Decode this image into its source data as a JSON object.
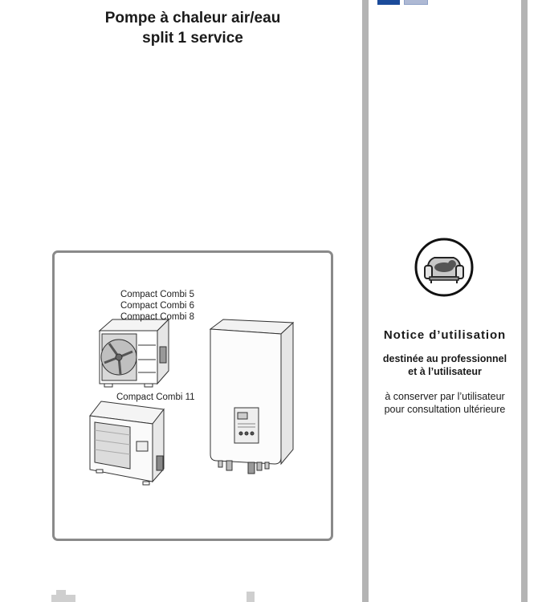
{
  "document": {
    "title_line1": "Pompe à chaleur air/eau",
    "title_line2": "split 1 service"
  },
  "figure": {
    "label_models_small_1": "Compact Combi 5",
    "label_models_small_2": "Compact Combi 6",
    "label_models_small_3": "Compact Combi 8",
    "label_model_large": "Compact Combi 11"
  },
  "sidebar": {
    "heading": "Notice d’utilisation",
    "audience_line1": "destinée au professionnel",
    "audience_line2": "et à l’utilisateur",
    "keep_line1": "à conserver par l’utilisateur",
    "keep_line2": "pour consultation ultérieure",
    "icon": "armchair-cat-icon"
  },
  "colors": {
    "bar_grey": "#b4b4b4",
    "frame_grey": "#8a8a8a",
    "brand_blue": "#1b4b9a"
  }
}
